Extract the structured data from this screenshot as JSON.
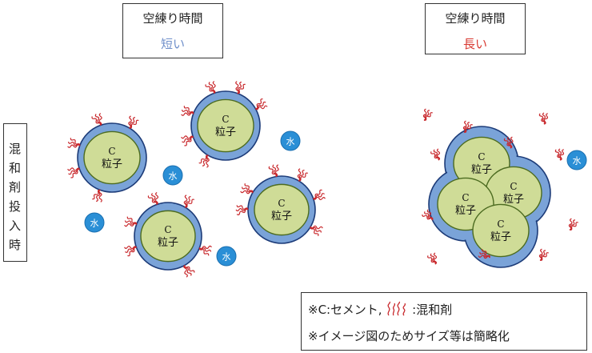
{
  "left_panel": {
    "title": "空練り時間",
    "value": "短い",
    "value_color": "#6f8fca"
  },
  "right_panel": {
    "title": "空練り時間",
    "value": "長い",
    "value_color": "#d83a32"
  },
  "side_label": [
    "混",
    "和",
    "剤",
    "投",
    "入",
    "時"
  ],
  "particle": {
    "top": "C",
    "bottom": "粒子"
  },
  "water_label": "水",
  "legend": {
    "row1_prefix": "※C:セメント,",
    "row1_suffix": ":混和剤",
    "row2": "※イメージ図のためサイズ等は簡略化"
  },
  "colors": {
    "particle_fill": "#cfdc97",
    "particle_stroke": "#4c6b20",
    "shell_fill": "#7aa3d8",
    "shell_stroke": "#1c3b78",
    "water_fill": "#2a8fd6",
    "admixture": "#c8282c"
  }
}
